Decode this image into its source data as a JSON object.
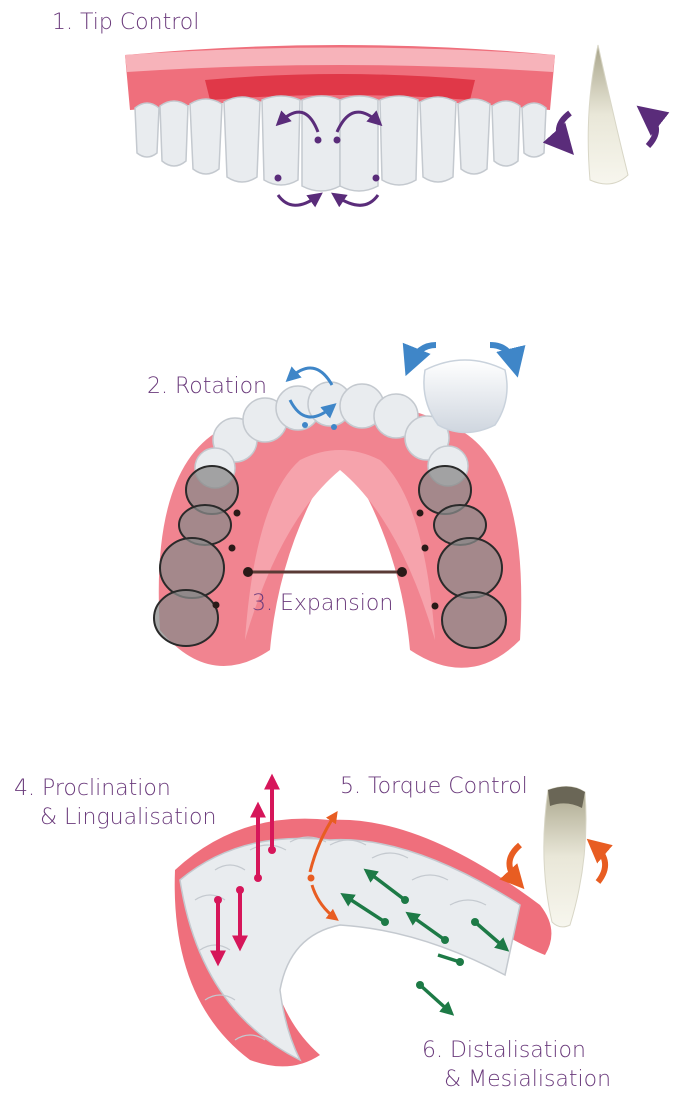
{
  "labels": {
    "tip_control": "1. Tip Control",
    "rotation": "2. Rotation",
    "expansion": "3. Expansion",
    "proclination_line1": "4. Proclination",
    "proclination_line2": "& Lingualisation",
    "torque_control": "5. Torque Control",
    "distalisation_line1": "6. Distalisation",
    "distalisation_line2": "& Mesialisation"
  },
  "colors": {
    "label_text": "#6b3b7c",
    "gum": "#e8475a",
    "gum_light": "#f6a3ac",
    "tooth": "#e9ecef",
    "tooth_shadow": "#c4c9cf",
    "tip_arrow": "#5a2c7a",
    "rotation_arrow": "#3f86c8",
    "expansion_line": "#5a3a35",
    "molar_overlay": "#9a9a9a",
    "proclination_arrow": "#d6165a",
    "torque_arrow": "#e85d22",
    "distalisation_arrow": "#1d7a46"
  },
  "icons": [
    "curved-arrow-icon",
    "tooth-root-icon",
    "crown-icon",
    "double-arrow-icon"
  ]
}
